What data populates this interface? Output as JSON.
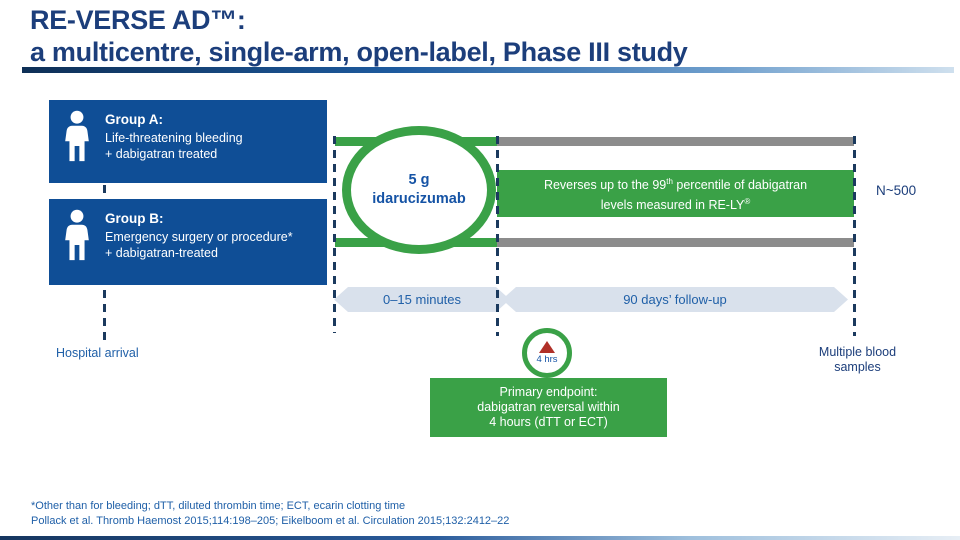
{
  "header": {
    "title_line1": "RE-VERSE AD™:",
    "title_line2": "a multicentre, single-arm, open-label, Phase III study"
  },
  "groups": {
    "a": {
      "heading": "Group A:",
      "line1": "Life-threatening bleeding",
      "line2": "+ dabigatran treated"
    },
    "b": {
      "heading": "Group B:",
      "line1": "Emergency surgery or procedure*",
      "line2": "+ dabigatran-treated"
    }
  },
  "timeline": {
    "dose_circle": {
      "line1": "5 g",
      "line2": "idarucizumab"
    },
    "reverses_box": {
      "line1_text": "Reverses up to the 99",
      "line1_sup": "th",
      "line1_rest": " percentile of dabigatran",
      "line2_text": "levels measured in RE-LY",
      "line2_sup": "®"
    },
    "n_label": "N~500",
    "arrow_short": "0–15 minutes",
    "arrow_long": "90 days’ follow-up",
    "hospital_label": "Hospital arrival",
    "hrs_marker": "4 hrs",
    "endpoint_box": {
      "line1": "Primary endpoint:",
      "line2": "dabigatran reversal within",
      "line3": "4 hours (dTT or ECT)"
    },
    "samples_label": "Multiple blood samples"
  },
  "footnotes": {
    "line1": "*Other than for bleeding; dTT, diluted thrombin time; ECT, ecarin clotting time",
    "line2": "Pollack et al. Thromb Haemost 2015;114:198–205; Eikelboom et al. Circulation 2015;132:2412–22"
  },
  "colors": {
    "navy_box": "#0f4e96",
    "green": "#3aa147",
    "gray_bar": "#8c8c8c",
    "arrow_fill": "#d9e1ec",
    "label_blue": "#2060a8",
    "title_blue": "#1c3e7b",
    "dash_navy": "#1b3a5e",
    "triangle_red": "#b03028"
  }
}
